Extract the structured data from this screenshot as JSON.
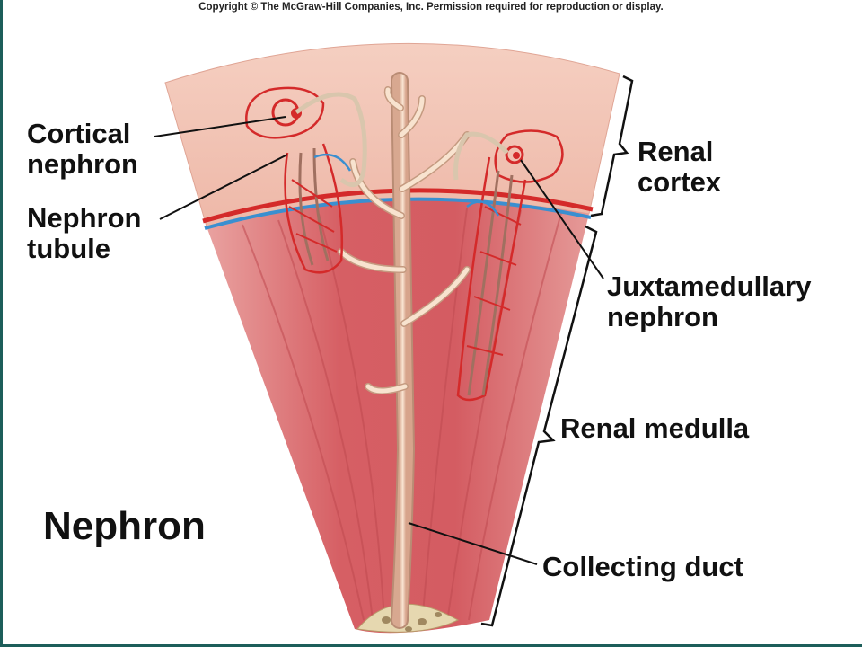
{
  "copyright": "Copyright © The McGraw-Hill Companies, Inc. Permission required for reproduction or display.",
  "title": "Nephron",
  "labels": {
    "cortical_nephron": "Cortical\nnephron",
    "nephron_tubule": "Nephron\ntubule",
    "renal_cortex": "Renal\ncortex",
    "juxtamedullary_nephron": "Juxtamedullary\nnephron",
    "renal_medulla": "Renal medulla",
    "collecting_duct": "Collecting duct"
  },
  "colors": {
    "cortex": "#f2c2b3",
    "medulla": "#d9676a",
    "medulla_stripe": "#c4494f",
    "artery": "#d42a2a",
    "vein": "#3a8fd0",
    "duct": "#f3d9c2",
    "frame": "#1d5e5a"
  }
}
